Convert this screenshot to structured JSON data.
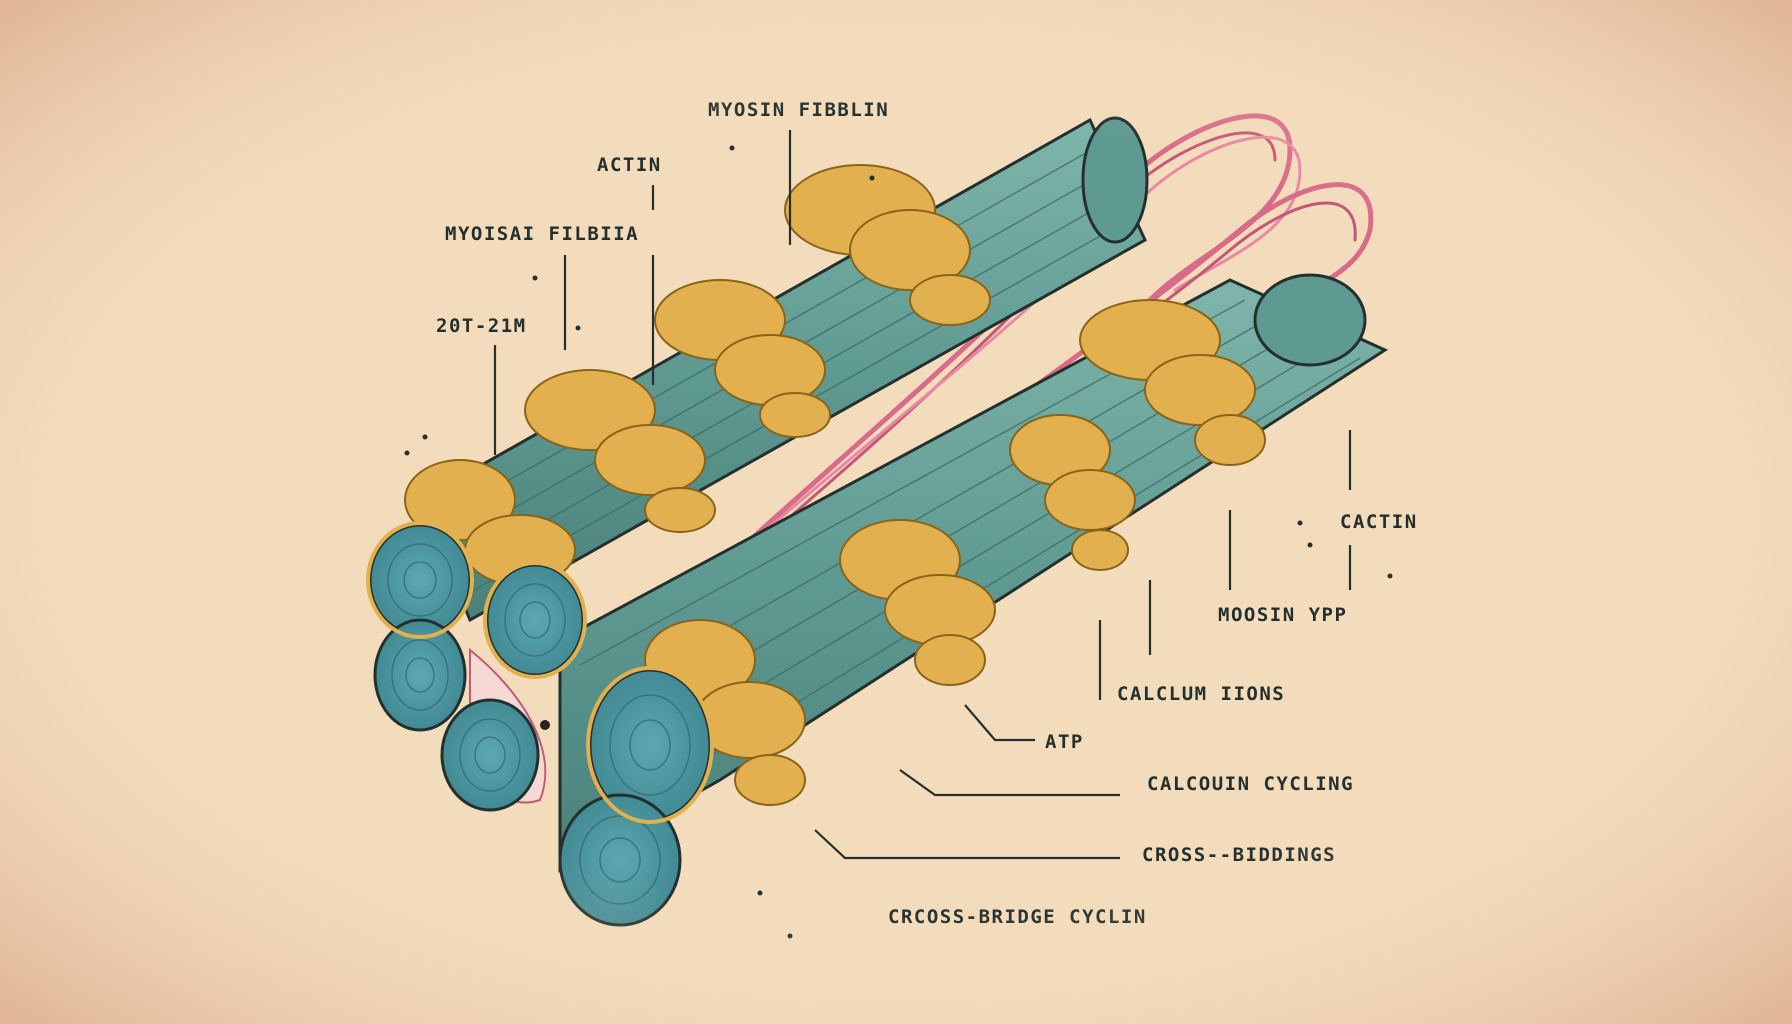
{
  "diagram": {
    "labels": [
      {
        "id": "myosin-fibblin",
        "text": "MYOSIN FIBBLIN"
      },
      {
        "id": "actin-top",
        "text": "ACTIN"
      },
      {
        "id": "myoisai-filbiia",
        "text": "MYOISAI FILBIIA"
      },
      {
        "id": "sarcomere-length",
        "text": "20T-21M"
      },
      {
        "id": "cactin",
        "text": "CACTIN"
      },
      {
        "id": "moosin-ypp",
        "text": "MOOSIN YPP"
      },
      {
        "id": "calcium-ions",
        "text": "CALCLUM IIONS"
      },
      {
        "id": "atp",
        "text": "ATP"
      },
      {
        "id": "calcouin-cycling",
        "text": "CALCOUIN CYCLING"
      },
      {
        "id": "cross-biddings",
        "text": "CROSS--BIDDINGS"
      },
      {
        "id": "crcoss-bridge-cyclin",
        "text": "CRCOSS-BRIDGE  CYCLIN"
      }
    ]
  },
  "colors": {
    "background": "#f3dcbc",
    "filament_teal": "#5f9a92",
    "myosin_heads": "#e2b04e",
    "connective_pink": "#d96b8a",
    "outline": "#24302e"
  }
}
